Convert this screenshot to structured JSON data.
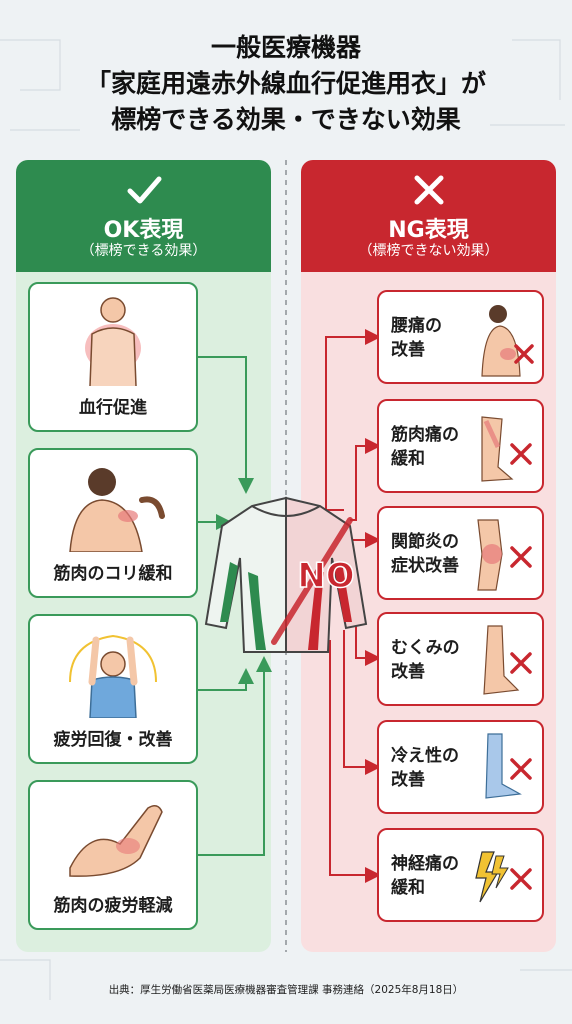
{
  "title": {
    "line1": "一般医療機器",
    "line2": "「家庭用遠赤外線血行促進用衣」が",
    "line3": "標榜できる効果・できない効果"
  },
  "ok_panel": {
    "label": "OK表現",
    "sub": "（標榜できる効果）",
    "color": "#2e8b4f",
    "icon": "check-icon",
    "items": [
      {
        "label": "血行促進",
        "icon": "body-glow-icon"
      },
      {
        "label": "筋肉のコリ緩和",
        "icon": "shoulder-massage-icon"
      },
      {
        "label": "疲労回復・改善",
        "icon": "stretch-icon"
      },
      {
        "label": "筋肉の疲労軽減",
        "icon": "arm-muscle-icon"
      }
    ]
  },
  "ng_panel": {
    "label": "NG表現",
    "sub": "（標榜できない効果）",
    "color": "#c8272f",
    "icon": "cross-icon",
    "items": [
      {
        "line1": "腰痛の",
        "line2": "改善",
        "icon": "back-pain-icon"
      },
      {
        "line1": "筋肉痛の",
        "line2": "緩和",
        "icon": "leg-pain-icon"
      },
      {
        "line1": "関節炎の",
        "line2": "症状改善",
        "icon": "knee-icon"
      },
      {
        "line1": "むくみの",
        "line2": "改善",
        "icon": "swollen-leg-icon"
      },
      {
        "line1": "冷え性の",
        "line2": "改善",
        "icon": "cold-feet-icon"
      },
      {
        "line1": "神経痛の",
        "line2": "緩和",
        "icon": "lightning-icon"
      }
    ]
  },
  "center": {
    "no_label": "NO",
    "icon": "shirt-icon"
  },
  "footer": "出典：厚生労働省医薬局医療機器審査管理課 事務連絡（2025年8月18日）"
}
